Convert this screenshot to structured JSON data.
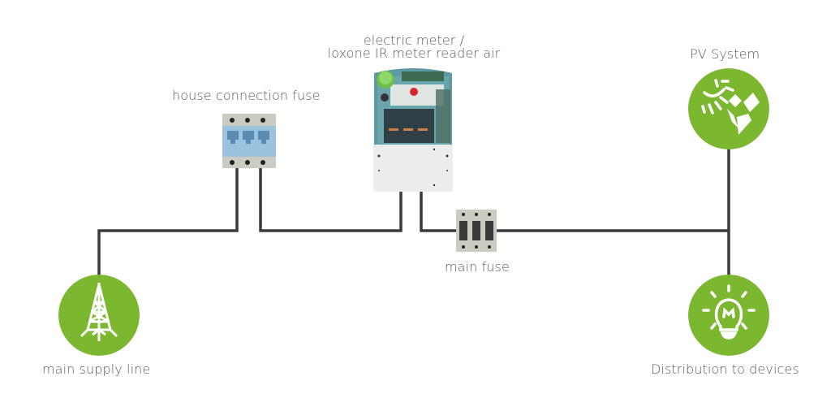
{
  "diagram": {
    "title": "",
    "colors": {
      "accent_green": "#7cb82f",
      "wire": "#3a3a3a",
      "fuse_body": "#c9ccc1",
      "fuse_blue": "#9cc3de",
      "text": "#5a5a5a"
    },
    "nodes": [
      {
        "id": "main-supply-line",
        "label": "main supply line",
        "icon": "power-tower-icon"
      },
      {
        "id": "house-connection-fuse",
        "label": "house connection fuse",
        "icon": "fuse-icon"
      },
      {
        "id": "electric-meter",
        "label_line1": "electric meter /",
        "label_line2": "loxone IR meter reader air",
        "icon": "electric-meter-icon"
      },
      {
        "id": "main-fuse",
        "label": "main fuse",
        "icon": "fuse-icon"
      },
      {
        "id": "pv-system",
        "label": "PV System",
        "icon": "solar-panel-icon"
      },
      {
        "id": "distribution",
        "label": "Distribution to devices",
        "icon": "light-bulb-icon"
      }
    ],
    "edges": [
      {
        "from": "main-supply-line",
        "to": "house-connection-fuse"
      },
      {
        "from": "house-connection-fuse",
        "to": "electric-meter"
      },
      {
        "from": "electric-meter",
        "to": "main-fuse"
      },
      {
        "from": "main-fuse",
        "to": "pv-system"
      },
      {
        "from": "main-fuse",
        "to": "distribution"
      }
    ]
  }
}
